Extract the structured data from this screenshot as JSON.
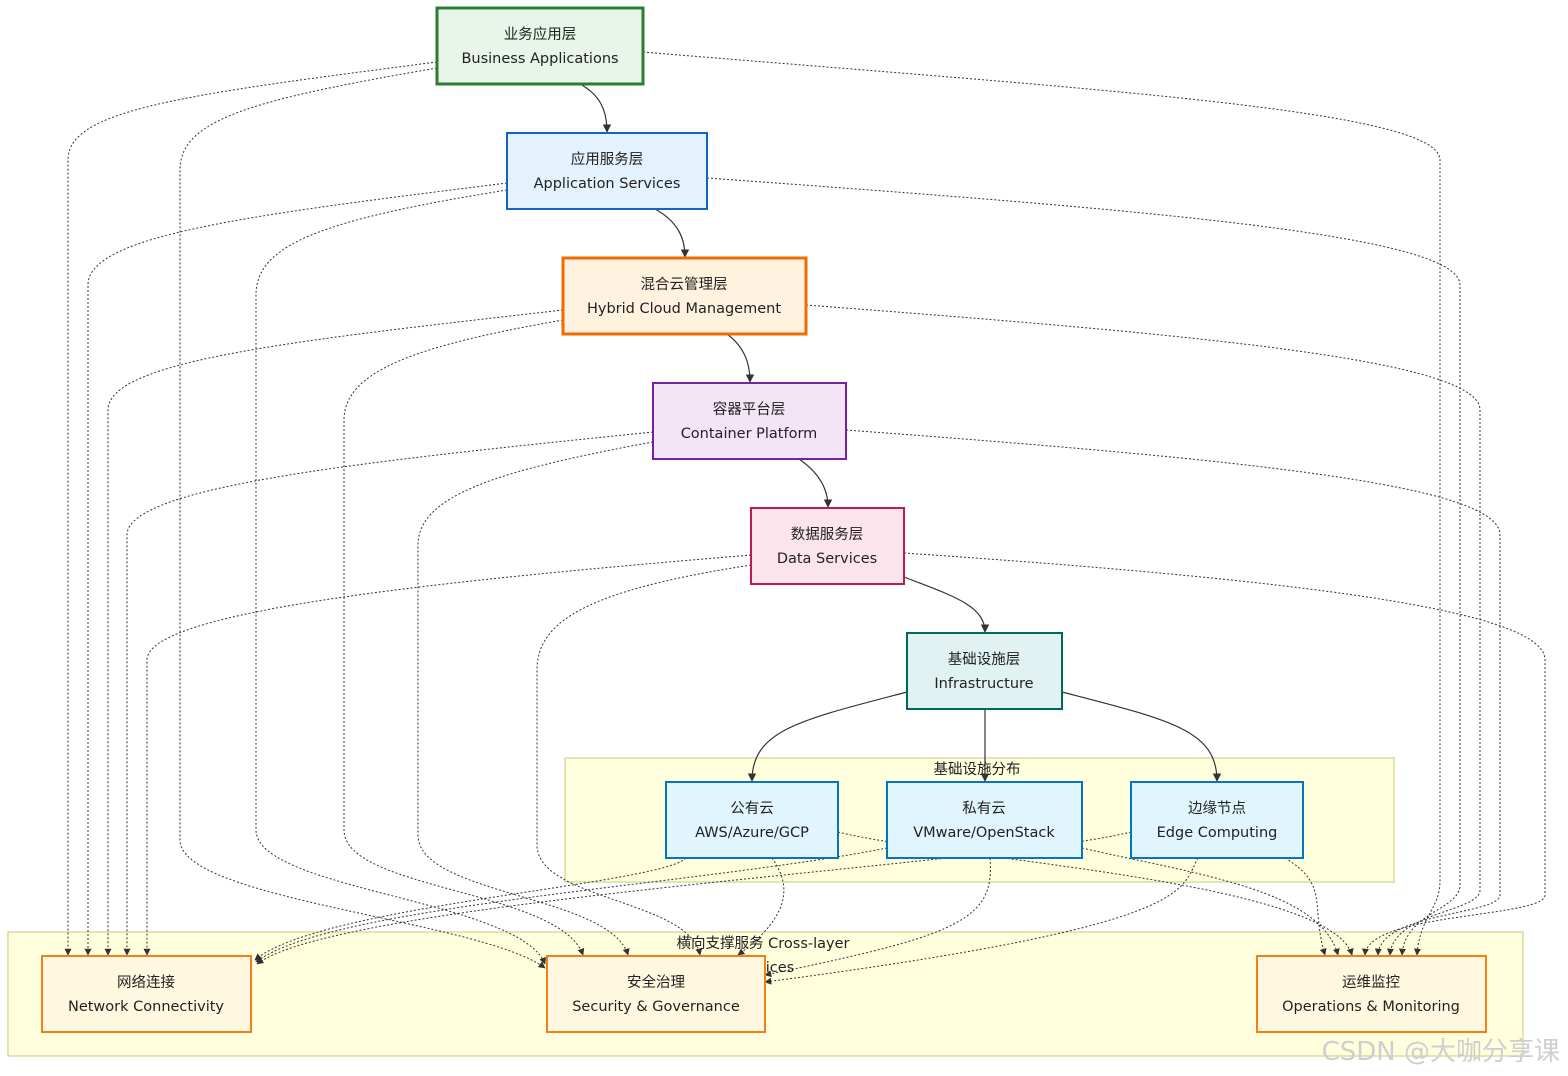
{
  "groups": {
    "infra_dist": {
      "title": "基础设施分布"
    },
    "cross_layer": {
      "title_line1": "横向支撑服务 Cross-layer",
      "title_line2": "ices"
    }
  },
  "nodes": {
    "business": {
      "zh": "业务应用层",
      "en": "Business Applications"
    },
    "appsvc": {
      "zh": "应用服务层",
      "en": "Application Services"
    },
    "hybrid": {
      "zh": "混合云管理层",
      "en": "Hybrid Cloud Management"
    },
    "container": {
      "zh": "容器平台层",
      "en": "Container Platform"
    },
    "datasvc": {
      "zh": "数据服务层",
      "en": "Data Services"
    },
    "infra": {
      "zh": "基础设施层",
      "en": "Infrastructure"
    },
    "public": {
      "zh": "公有云",
      "en": "AWS/Azure/GCP"
    },
    "private": {
      "zh": "私有云",
      "en": "VMware/OpenStack"
    },
    "edge": {
      "zh": "边缘节点",
      "en": "Edge Computing"
    },
    "network": {
      "zh": "网络连接",
      "en": "Network Connectivity"
    },
    "security": {
      "zh": "安全治理",
      "en": "Security & Governance"
    },
    "ops": {
      "zh": "运维监控",
      "en": "Operations & Monitoring"
    }
  },
  "colors": {
    "business": {
      "fill": "#e8f5e9",
      "stroke": "#2e7d32"
    },
    "appsvc": {
      "fill": "#e3f2fd",
      "stroke": "#1565c0"
    },
    "hybrid": {
      "fill": "#fff3e0",
      "stroke": "#ef6c00"
    },
    "container": {
      "fill": "#f3e5f5",
      "stroke": "#7b1fa2"
    },
    "datasvc": {
      "fill": "#fce4ec",
      "stroke": "#c2185b"
    },
    "infra": {
      "fill": "#e0f2f1",
      "stroke": "#00695c"
    },
    "cloud": {
      "fill": "#e1f5fe",
      "stroke": "#0277bd"
    },
    "cross": {
      "fill": "#fff8e1",
      "stroke": "#f57f17"
    },
    "group": {
      "fill": "#ffffde",
      "stroke": "#c8c87a"
    }
  },
  "watermark": "CSDN @大咖分享课"
}
